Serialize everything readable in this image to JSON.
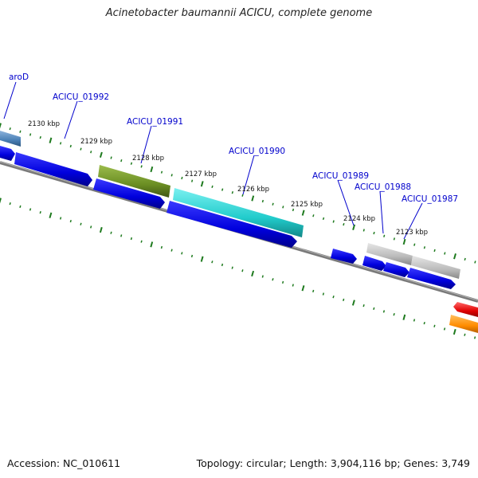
{
  "title": "Acinetobacter baumannii ACICU, complete genome",
  "accession": "Accession: NC_010611",
  "summary": "Topology: circular; Length: 3,904,116 bp; Genes: 3,749",
  "gene_labels": [
    "aroD",
    "ACICU_01992",
    "ACICU_01991",
    "ACICU_01990",
    "ACICU_01989",
    "ACICU_01988",
    "ACICU_01987"
  ],
  "kbp_ticks": [
    "2130 kbp",
    "2129 kbp",
    "2128 kbp",
    "2127 kbp",
    "2126 kbp",
    "2125 kbp",
    "2124 kbp",
    "2123 kbp"
  ],
  "colors": {
    "backbone": "#808080",
    "tick": "#1e7a1e",
    "label": "#0000cc",
    "cds_forward": "#0a0adc",
    "steelblue": "#4a7fb5",
    "olive": "#6b8e23",
    "cyan": "#22cccc",
    "silver": "#b8b8b8",
    "red": "#e00000",
    "orange": "#ff8c00"
  }
}
